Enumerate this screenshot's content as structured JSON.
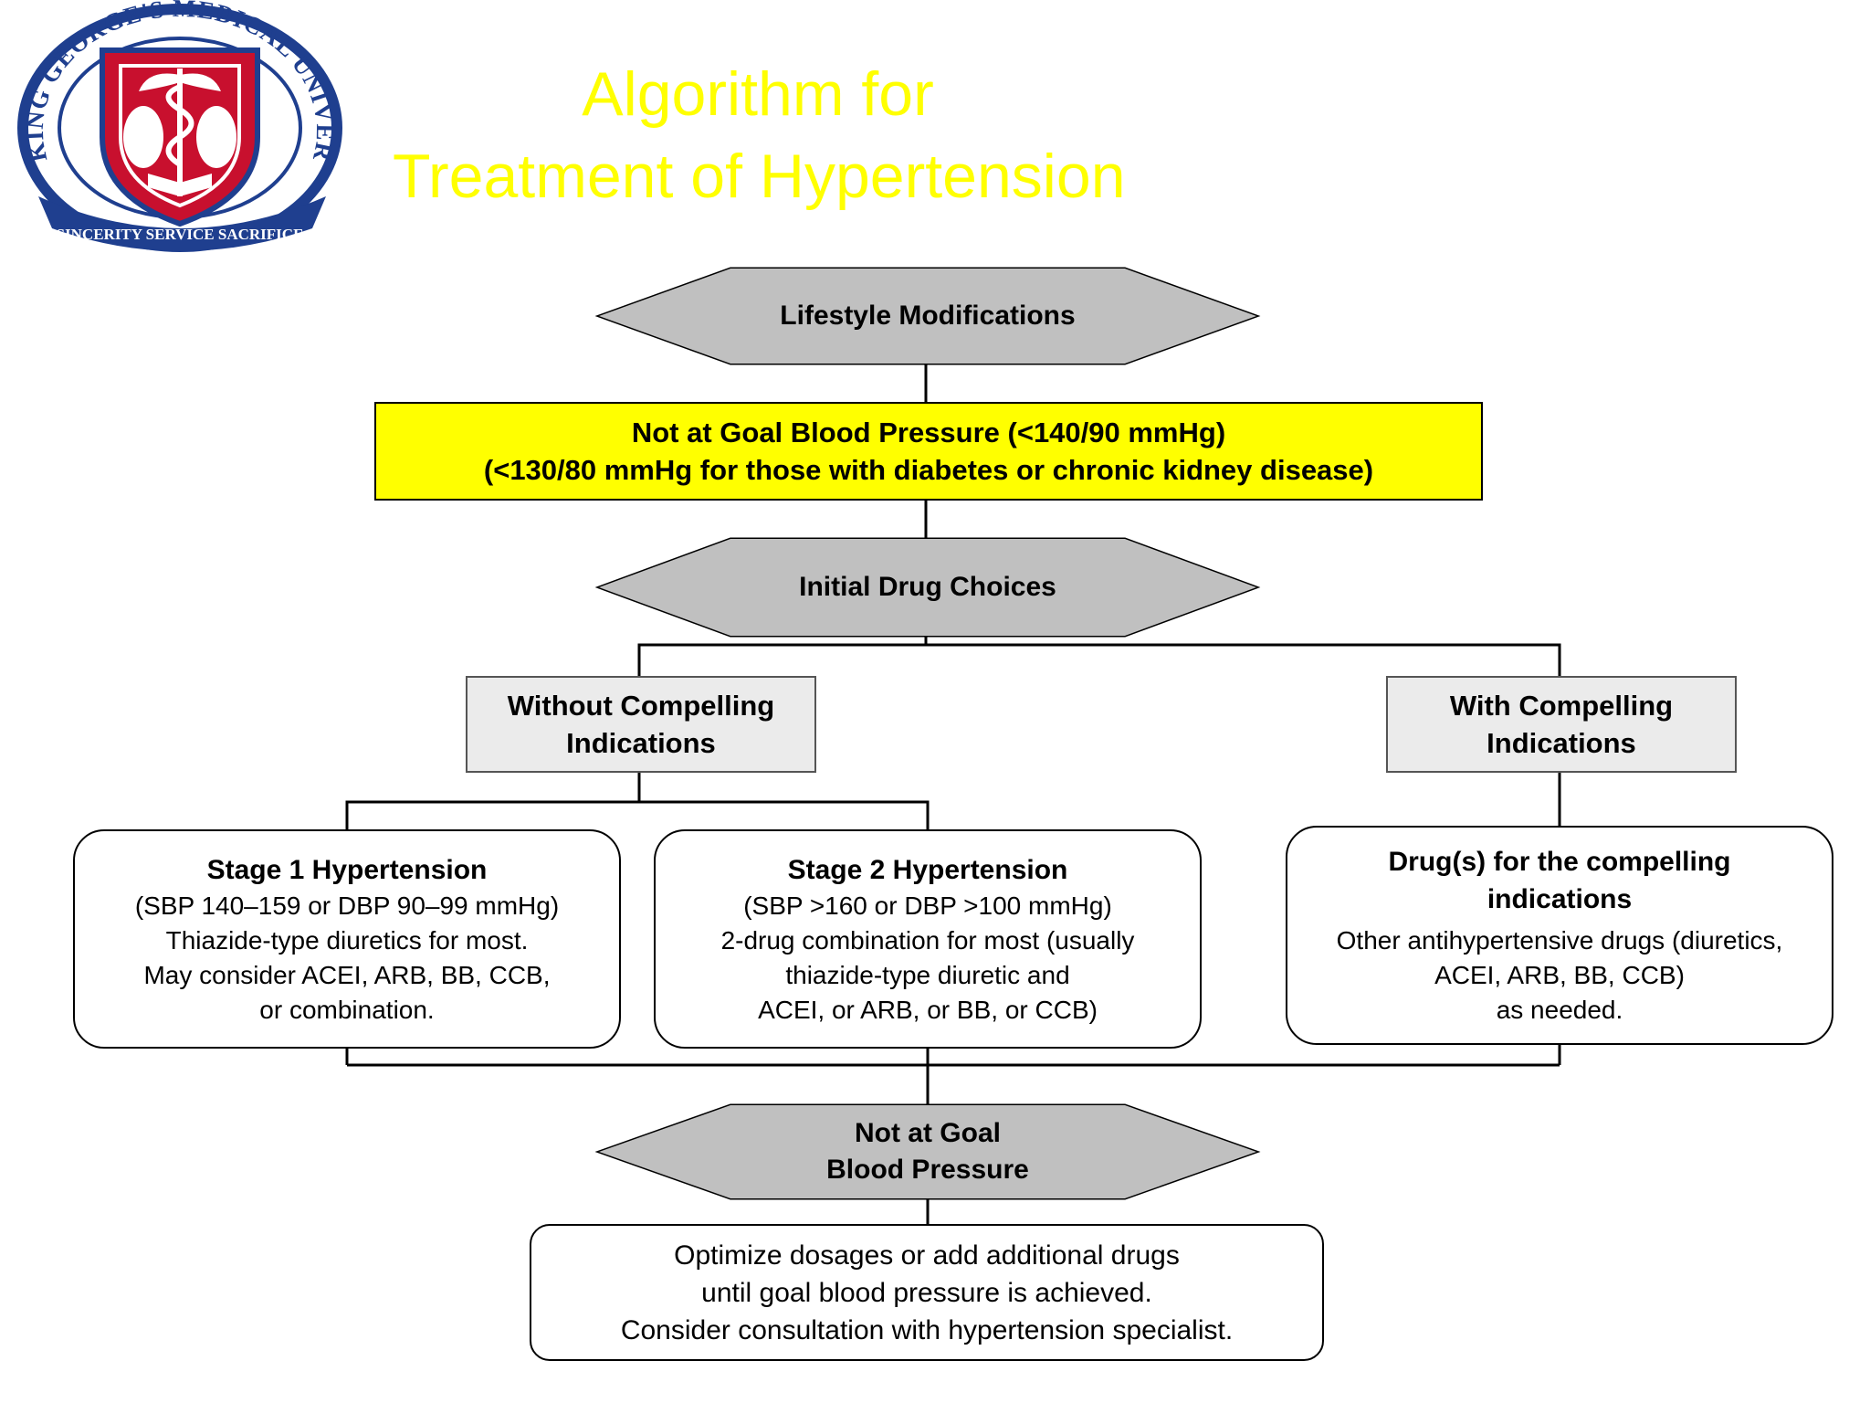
{
  "logo": {
    "ring_text": "KING GEORGE'S MEDICAL UNIVERSITY LUCKNOW INDIA",
    "ribbon_text": "SINCERITY SERVICE SACRIFICE",
    "colors": {
      "ring": "#1f3f8f",
      "shield": "#c8102e",
      "ribbon": "#1f3f8f"
    }
  },
  "title": {
    "line1": "Algorithm for",
    "line2": "Treatment of Hypertension",
    "color": "#ffff00"
  },
  "nodes": {
    "lifestyle": {
      "label": "Lifestyle Modifications"
    },
    "not_at_goal_1": {
      "line1": "Not at Goal Blood Pressure (<140/90 mmHg)",
      "line2": "(<130/80 mmHg for those with diabetes or chronic kidney disease)"
    },
    "initial_drug": {
      "label": "Initial Drug Choices"
    },
    "without_ci": {
      "line1": "Without Compelling",
      "line2": "Indications"
    },
    "with_ci": {
      "line1": "With Compelling",
      "line2": "Indications"
    },
    "stage1": {
      "head": "Stage 1 Hypertension",
      "lines": [
        "(SBP 140–159 or DBP 90–99 mmHg)",
        "Thiazide-type diuretics for most.",
        "May consider ACEI, ARB, BB, CCB,",
        "or combination."
      ]
    },
    "stage2": {
      "head": "Stage 2 Hypertension",
      "lines": [
        "(SBP >160 or DBP >100 mmHg)",
        "2-drug combination for most (usually",
        "thiazide-type diuretic and",
        "ACEI, or ARB, or BB, or CCB)"
      ]
    },
    "compelling_drugs": {
      "head1": "Drug(s) for the compelling",
      "head2": "indications",
      "lines": [
        "Other antihypertensive drugs (diuretics,",
        "ACEI, ARB, BB, CCB)",
        "as needed."
      ]
    },
    "not_at_goal_2": {
      "line1": "Not at Goal",
      "line2": "Blood Pressure"
    },
    "optimize": {
      "lines": [
        "Optimize dosages or add additional drugs",
        "until goal blood pressure is achieved.",
        "Consider consultation with hypertension specialist."
      ]
    }
  }
}
